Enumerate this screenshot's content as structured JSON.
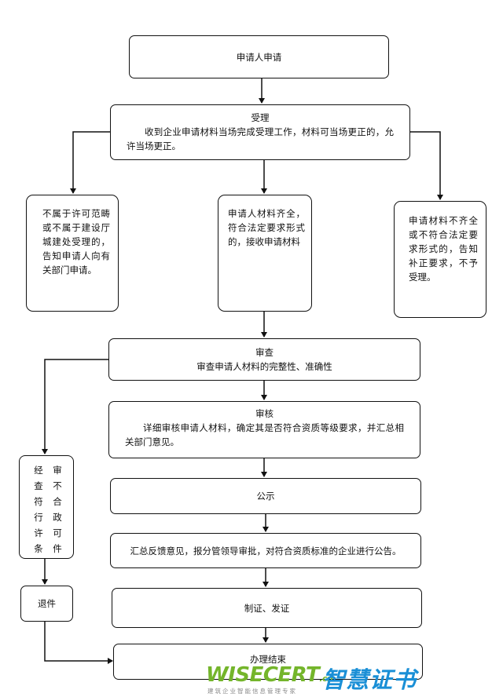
{
  "nodes": {
    "apply": {
      "label": "申请人申请"
    },
    "accept": {
      "title": "受理",
      "text": "收到企业申请材料当场完成受理工作，材料可当场更正的，允许当场更正。"
    },
    "out_of_scope": {
      "text": "不属于许可范畴或不属于建设厅城建处受理的，告知申请人向有关部门申请。"
    },
    "complete": {
      "text": "申请人材料齐全，符合法定要求形式的，接收申请材料"
    },
    "incomplete": {
      "text": "申请材料不齐全或不符合法定要求形式的，告知补正要求，不予受理。"
    },
    "review": {
      "title": "审查",
      "text": "审查申请人材料的完整性、准确性"
    },
    "audit": {
      "title": "审核",
      "text": "详细审核申请人材料，确定其是否符合资质等级要求，并汇总相关部门意见。"
    },
    "publicity": {
      "label": "公示"
    },
    "summary": {
      "label": "汇总反馈意见，报分管领导审批，对符合资质标准的企业进行公告。"
    },
    "issue": {
      "label": "制证、发证"
    },
    "end": {
      "label": "办理结束"
    },
    "not_qualified": {
      "col1": [
        "经",
        "查",
        "符",
        "行",
        "许",
        "条"
      ],
      "col2": [
        "审",
        "不",
        "合",
        "政",
        "可",
        "件"
      ]
    },
    "return": {
      "label": "退件"
    }
  },
  "watermark": {
    "latin": "WISECERT",
    "domain_suffix": ".cn",
    "chinese": "智慧证书",
    "subtitle": "建筑企业智能信息管理专家"
  }
}
